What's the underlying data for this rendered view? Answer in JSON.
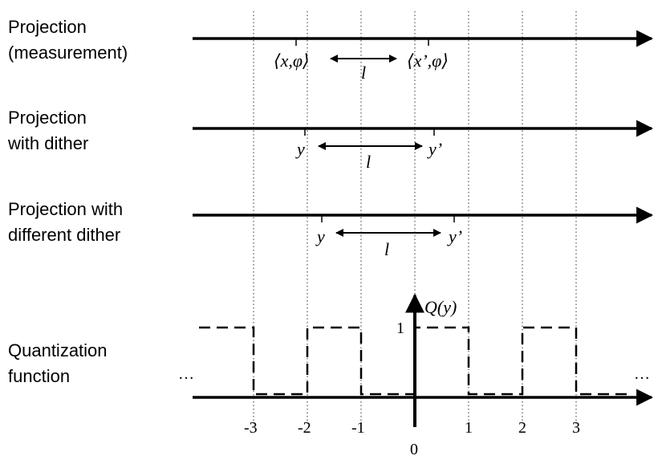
{
  "rows": [
    {
      "label_line1": "Projection",
      "label_line2": "(measurement)",
      "left_symbol": "⟨x,φ⟩",
      "right_symbol": "⟨x’,φ⟩",
      "distance_symbol": "l"
    },
    {
      "label_line1": "Projection",
      "label_line2": "with dither",
      "left_symbol": "y",
      "right_symbol": "y’",
      "distance_symbol": "l"
    },
    {
      "label_line1": "Projection with",
      "label_line2": "different dither",
      "left_symbol": "y",
      "right_symbol": "y’",
      "distance_symbol": "l"
    }
  ],
  "quantization": {
    "label_line1": "Quantization",
    "label_line2": "function",
    "y_axis_label": "Q(y)",
    "level_label": "1",
    "ellipsis_left": "…",
    "ellipsis_right": "…",
    "tick_labels": [
      "-3",
      "-2",
      "-1",
      "0",
      "1",
      "2",
      "3"
    ]
  },
  "colors": {
    "ink": "#000000",
    "grid": "#555555"
  }
}
